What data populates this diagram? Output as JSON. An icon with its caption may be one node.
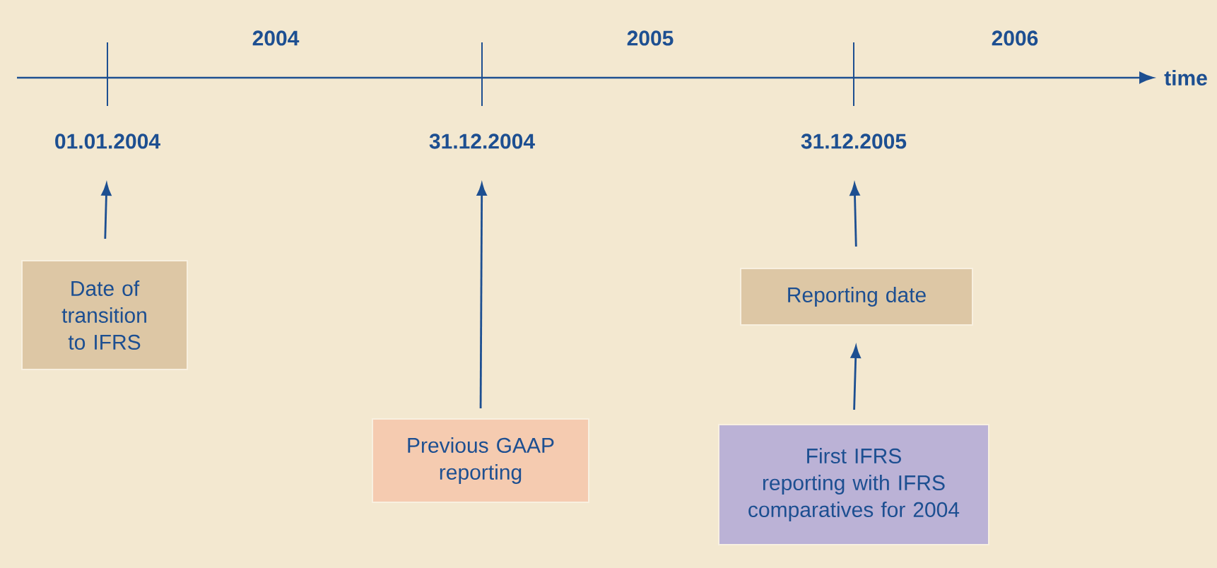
{
  "diagram": {
    "nodes": [
      {
        "text": [
          "01.01.2004"
        ]
      },
      {
        "text": [
          "31.12.2004"
        ]
      },
      {
        "text": [
          "31.12.2005"
        ]
      },
      {
        "text": [
          "Date of transition to IFRS"
        ]
      },
      {
        "text": [
          "Previous GAAP reporting"
        ]
      },
      {
        "text": [
          "Reporting date"
        ]
      },
      {
        "text": [
          "First IFRS reporting with IFRS comparatives for 2004"
        ]
      }
    ],
    "edges": [
      {
        "from": 3,
        "to": 0,
        "arrow": "to"
      },
      {
        "from": 4,
        "to": 1,
        "arrow": "to"
      },
      {
        "from": 5,
        "to": 2,
        "arrow": "to"
      },
      {
        "from": 6,
        "to": 5,
        "arrow": "to"
      }
    ],
    "labels": [
      "2004",
      "2005",
      "2006",
      "time"
    ]
  }
}
